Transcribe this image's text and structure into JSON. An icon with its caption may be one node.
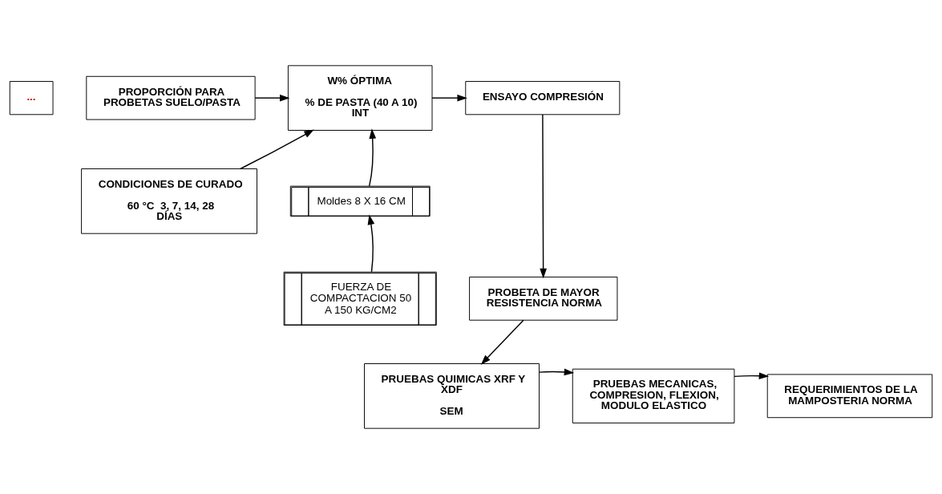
{
  "diagram": {
    "nodes": [
      {
        "text": [
          "..."
        ]
      },
      {
        "text": [
          "PROPORCIÓN PARA PROBETAS SUELO/PASTA"
        ]
      },
      {
        "text": [
          "W% ÓPTIMA",
          "% DE PASTA (40 A 10) INT"
        ]
      },
      {
        "text": [
          "ENSAYO COMPRESIÓN"
        ]
      },
      {
        "text": [
          "CONDICIONES DE CURADO",
          "60 °C  3, 7, 14, 28 DÍAS"
        ]
      },
      {
        "text": [
          "Moldes 8 X 16 CM"
        ]
      },
      {
        "text": [
          "FUERZA DE COMPACTACION 50 A 150 KG/CM2"
        ]
      },
      {
        "text": [
          "PROBETA DE MAYOR RESISTENCIA NORMA"
        ]
      },
      {
        "text": [
          "PRUEBAS QUIMICAS XRF Y XDF",
          "SEM"
        ]
      },
      {
        "text": [
          "PRUEBAS MECANICAS, COMPRESION, FLEXION, MODULO ELASTICO"
        ]
      },
      {
        "text": [
          "REQUERIMIENTOS DE LA MAMPOSTERIA NORMA"
        ]
      }
    ],
    "edges": [
      {
        "from": 1,
        "to": 2,
        "arrow": "to"
      },
      {
        "from": 2,
        "to": 3,
        "arrow": "to"
      },
      {
        "from": 4,
        "to": 2,
        "arrow": "to"
      },
      {
        "from": 5,
        "to": 2,
        "arrow": "to"
      },
      {
        "from": 6,
        "to": 5,
        "arrow": "to"
      },
      {
        "from": 3,
        "to": 7,
        "arrow": "to"
      },
      {
        "from": 7,
        "to": 8,
        "arrow": "to"
      },
      {
        "from": 8,
        "to": 9,
        "arrow": "to"
      },
      {
        "from": 9,
        "to": 10,
        "arrow": "to"
      }
    ]
  }
}
